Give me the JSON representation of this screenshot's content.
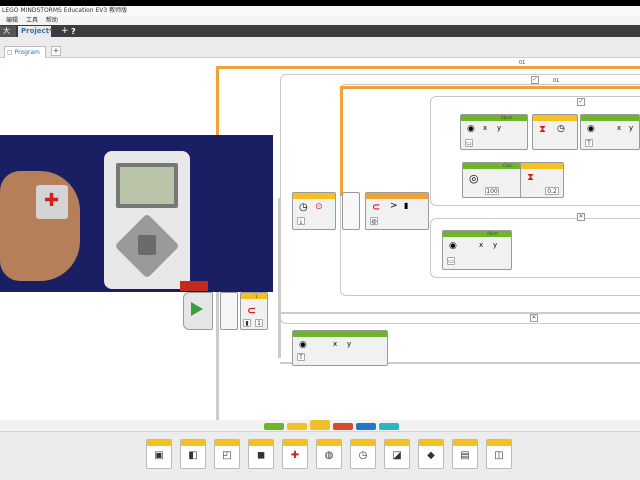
{
  "window": {
    "title": "LEGO MINDSTORMS Education EV3 教师版"
  },
  "menu": {
    "items": [
      "编辑",
      "工具",
      "帮助"
    ]
  },
  "project_bar": {
    "open_label": "大厅",
    "project_tab": "Project*",
    "add": "+",
    "help": "?"
  },
  "program_bar": {
    "tab_label": "Program",
    "add": "+"
  },
  "canvas": {
    "loop_labels": [
      "01",
      "01"
    ],
    "check_marks": [
      "✓",
      "✓"
    ],
    "close_marks": [
      "✕",
      "✕"
    ],
    "block_labels": {
      "sound": "Abort",
      "sound2": "Abort",
      "sound3": "Click",
      "wait_count": "1",
      "one": "1",
      "motor": "100",
      "wait_val": "0.2"
    },
    "display_labels": {
      "x": "x",
      "y": "y",
      "text": "T"
    }
  },
  "colors": {
    "action": "#6fb52c",
    "flow": "#f5c022",
    "sensor": "#f0a23a",
    "data": "#d64b2a",
    "advanced": "#1f77c8",
    "myblocks": "#2bb5c3"
  }
}
